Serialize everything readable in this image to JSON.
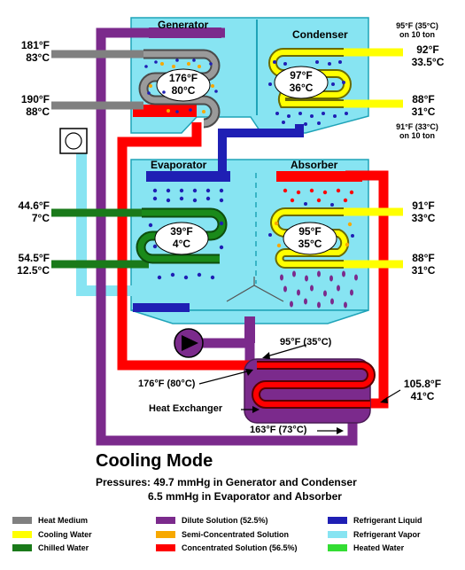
{
  "components": {
    "generator": "Generator",
    "condenser": "Condenser",
    "evaporator": "Evaporator",
    "absorber": "Absorber",
    "heat_exchanger": "Heat Exchanger"
  },
  "temperatures": {
    "heat_in": {
      "f": "181°F",
      "c": "83°C"
    },
    "heat_out": {
      "f": "190°F",
      "c": "88°C"
    },
    "generator_inside": {
      "f": "176°F",
      "c": "80°C"
    },
    "condenser_inside": {
      "f": "97°F",
      "c": "36°C"
    },
    "condenser_note_top": {
      "line1": "95°F (35°C)",
      "line2": "on 10 ton"
    },
    "condenser_out": {
      "f": "92°F",
      "c": "33.5°C"
    },
    "condenser_in": {
      "f": "88°F",
      "c": "31°C"
    },
    "condenser_note_bottom": {
      "line1": "91°F (33°C)",
      "line2": "on 10 ton"
    },
    "chilled_out": {
      "f": "44.6°F",
      "c": "7°C"
    },
    "chilled_in": {
      "f": "54.5°F",
      "c": "12.5°C"
    },
    "evaporator_inside": {
      "f": "39°F",
      "c": "4°C"
    },
    "absorber_inside": {
      "f": "95°F",
      "c": "35°C"
    },
    "absorber_out": {
      "f": "91°F",
      "c": "33°C"
    },
    "absorber_in": {
      "f": "88°F",
      "c": "31°C"
    },
    "hx_dilute_in": "95°F (35°C)",
    "hx_conc_in": "176°F (80°C)",
    "hx_conc_out": {
      "f": "105.8°F",
      "c": "41°C"
    },
    "hx_dilute_out": "163°F (73°C)"
  },
  "footer": {
    "title": "Cooling Mode",
    "pressure_line1": "Pressures:  49.7 mmHg in Generator and Condenser",
    "pressure_line2": "6.5 mmHg in Evaporator and Absorber"
  },
  "legend": [
    {
      "label": "Heat Medium",
      "color": "#808080"
    },
    {
      "label": "Cooling Water",
      "color": "#ffff00"
    },
    {
      "label": "Chilled Water",
      "color": "#1a7a1a"
    },
    {
      "label": "Dilute Solution (52.5%)",
      "color": "#7b2a8c"
    },
    {
      "label": "Semi-Concentrated Solution",
      "color": "#f7a800"
    },
    {
      "label": "Concentrated Solution  (56.5%)",
      "color": "#ff0000"
    },
    {
      "label": "Refrigerant Liquid",
      "color": "#1f1fb4"
    },
    {
      "label": "Refrigerant Vapor",
      "color": "#87e4f2"
    },
    {
      "label": "Heated Water",
      "color": "#33dd33"
    }
  ]
}
